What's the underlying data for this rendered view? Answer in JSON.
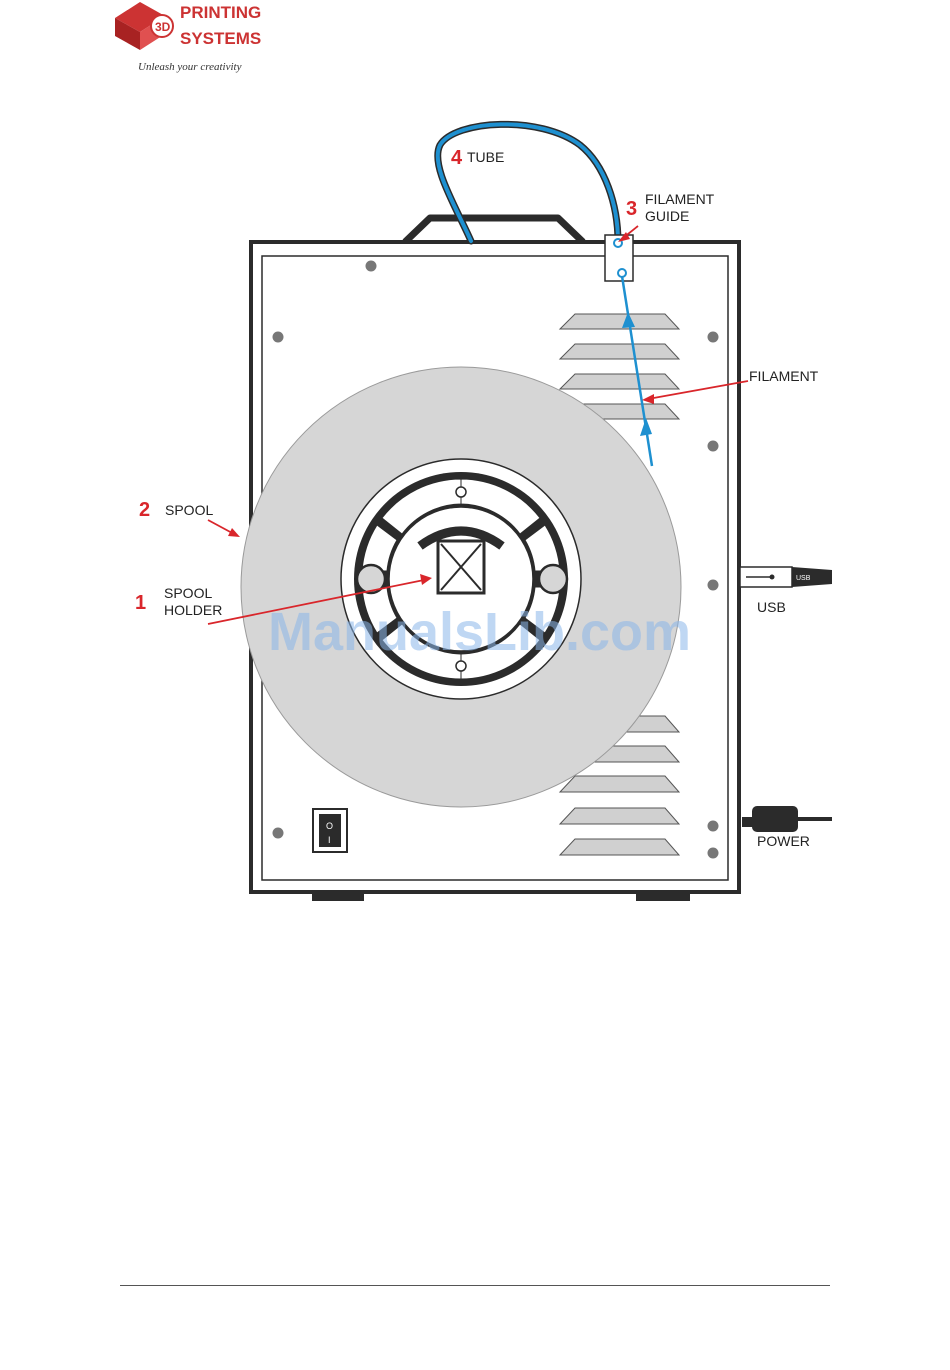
{
  "brand": {
    "line1": "PRINTING",
    "line2": "SYSTEMS",
    "tagline": "Unleash your creativity",
    "badge": "3D"
  },
  "labels": {
    "tube": {
      "num": "4",
      "text": "TUBE"
    },
    "filament_guide": {
      "num": "3",
      "line1": "FILAMENT",
      "line2": "GUIDE"
    },
    "filament": {
      "text": "FILAMENT"
    },
    "spool": {
      "num": "2",
      "text": "SPOOL"
    },
    "spool_holder": {
      "num": "1",
      "line1": "SPOOL",
      "line2": "HOLDER"
    },
    "usb": {
      "text": "USB",
      "plug_text": "USB"
    },
    "power": {
      "text": "POWER"
    }
  },
  "switch": {
    "on": "I",
    "off": "O"
  },
  "watermark": "ManualsLib.com",
  "colors": {
    "brand_red": "#cc3333",
    "number_red": "#d9262b",
    "arrow_red": "#d9262b",
    "filament_blue": "#1e90d0",
    "spool_gray": "#d6d6d6",
    "louver_gray": "#d0d0d0",
    "outline": "#2b2b2b",
    "watermark_blue": "#8ab6ea"
  }
}
